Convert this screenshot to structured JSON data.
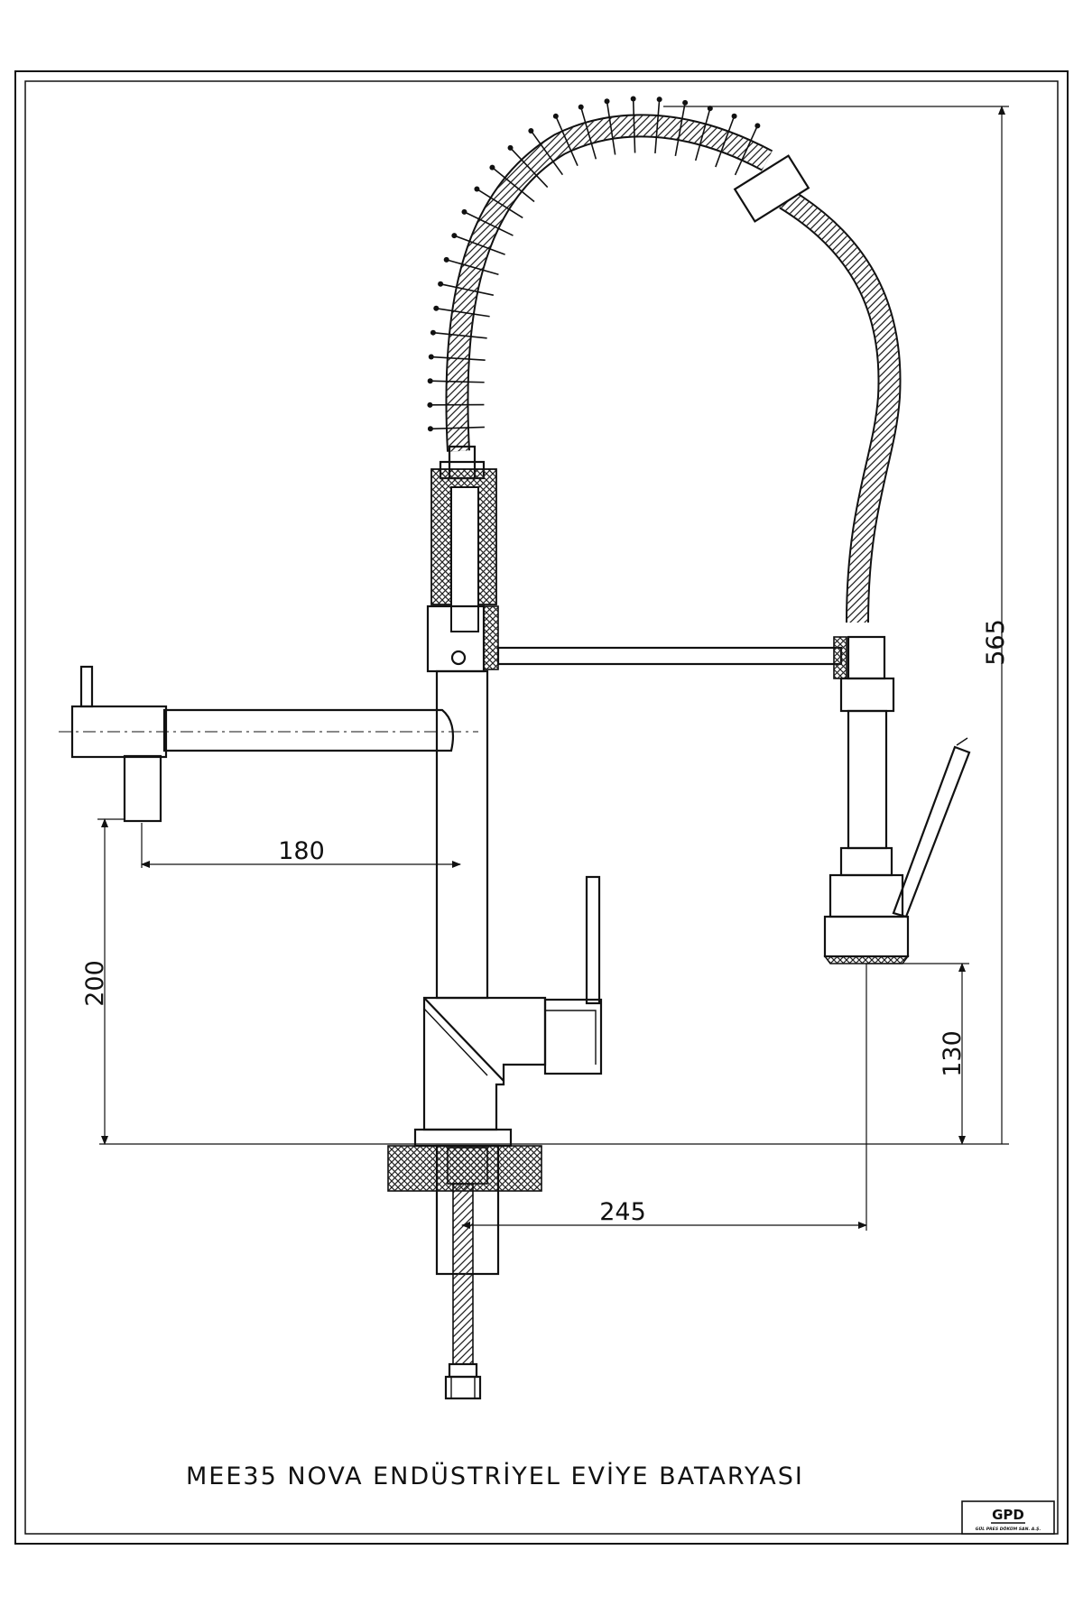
{
  "drawing": {
    "title": "MEE35 NOVA ENDÜSTRİYEL EVİYE BATARYASI",
    "dimensions": {
      "total_height": "565",
      "spout_reach": "180",
      "spout_height": "200",
      "spray_height": "130",
      "spray_reach": "245"
    },
    "logo": {
      "mark": "GPD",
      "company": "GÜL PRES DÖKÜM SAN. A.Ş."
    }
  }
}
